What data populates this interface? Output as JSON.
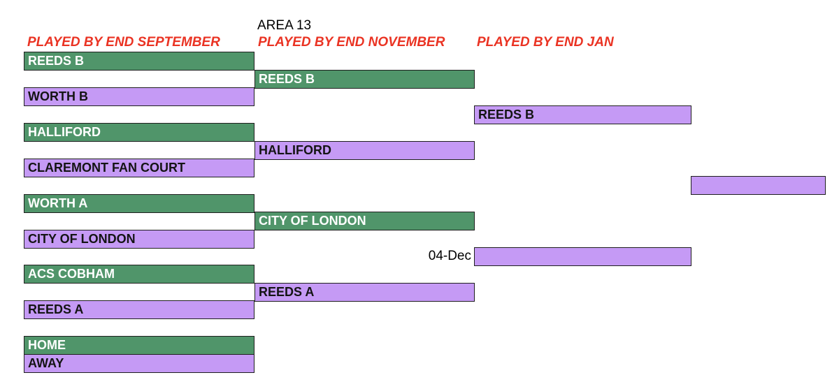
{
  "title": "AREA 13",
  "round_headers": {
    "r1": "PLAYED BY  END SEPTEMBER",
    "r2": "PLAYED BY END NOVEMBER",
    "r3": "PLAYED BY END JAN"
  },
  "round1": [
    "REEDS B",
    "WORTH B",
    "HALLIFORD",
    "CLAREMONT FAN COURT",
    "WORTH A",
    "CITY OF LONDON",
    "ACS COBHAM",
    "REEDS A"
  ],
  "round2": [
    "REEDS B",
    "HALLIFORD",
    "CITY OF LONDON",
    "REEDS A"
  ],
  "round3": [
    "REEDS B",
    ""
  ],
  "final": [
    ""
  ],
  "date_label": "04-Dec",
  "legend": {
    "home": "HOME",
    "away": "AWAY"
  },
  "colors": {
    "home": "#50956a",
    "away": "#c59af5",
    "header": "#ea3323"
  }
}
